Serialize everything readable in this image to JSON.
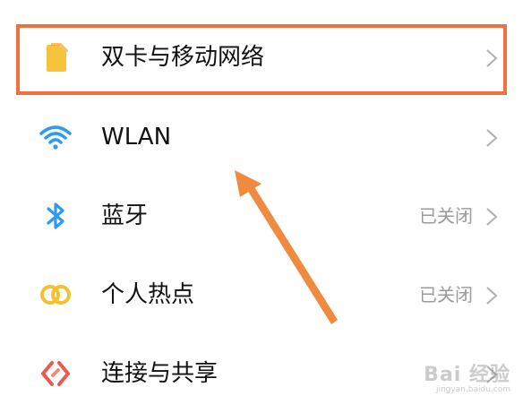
{
  "settings": {
    "items": [
      {
        "label": "双卡与移动网络",
        "status": "",
        "icon": "sim-card-icon"
      },
      {
        "label": "WLAN",
        "status": "",
        "icon": "wifi-icon"
      },
      {
        "label": "蓝牙",
        "status": "已关闭",
        "icon": "bluetooth-icon"
      },
      {
        "label": "个人热点",
        "status": "已关闭",
        "icon": "hotspot-icon"
      },
      {
        "label": "连接与共享",
        "status": "",
        "icon": "connection-share-icon"
      }
    ]
  },
  "annotation": {
    "highlight_color": "#f07040",
    "arrow_color": "#f08a40"
  },
  "watermark": {
    "main": "Bai 经验",
    "sub": "jingyan.baidu.com"
  },
  "colors": {
    "sim_yellow": "#f7c33c",
    "wifi_blue": "#2f9bf0",
    "bluetooth_blue": "#2f9bf0",
    "hotspot_yellow": "#f5c02e",
    "share_red": "#ea5a4a",
    "chevron_gray": "#b0b0b0",
    "status_gray": "#9a9a9a"
  }
}
